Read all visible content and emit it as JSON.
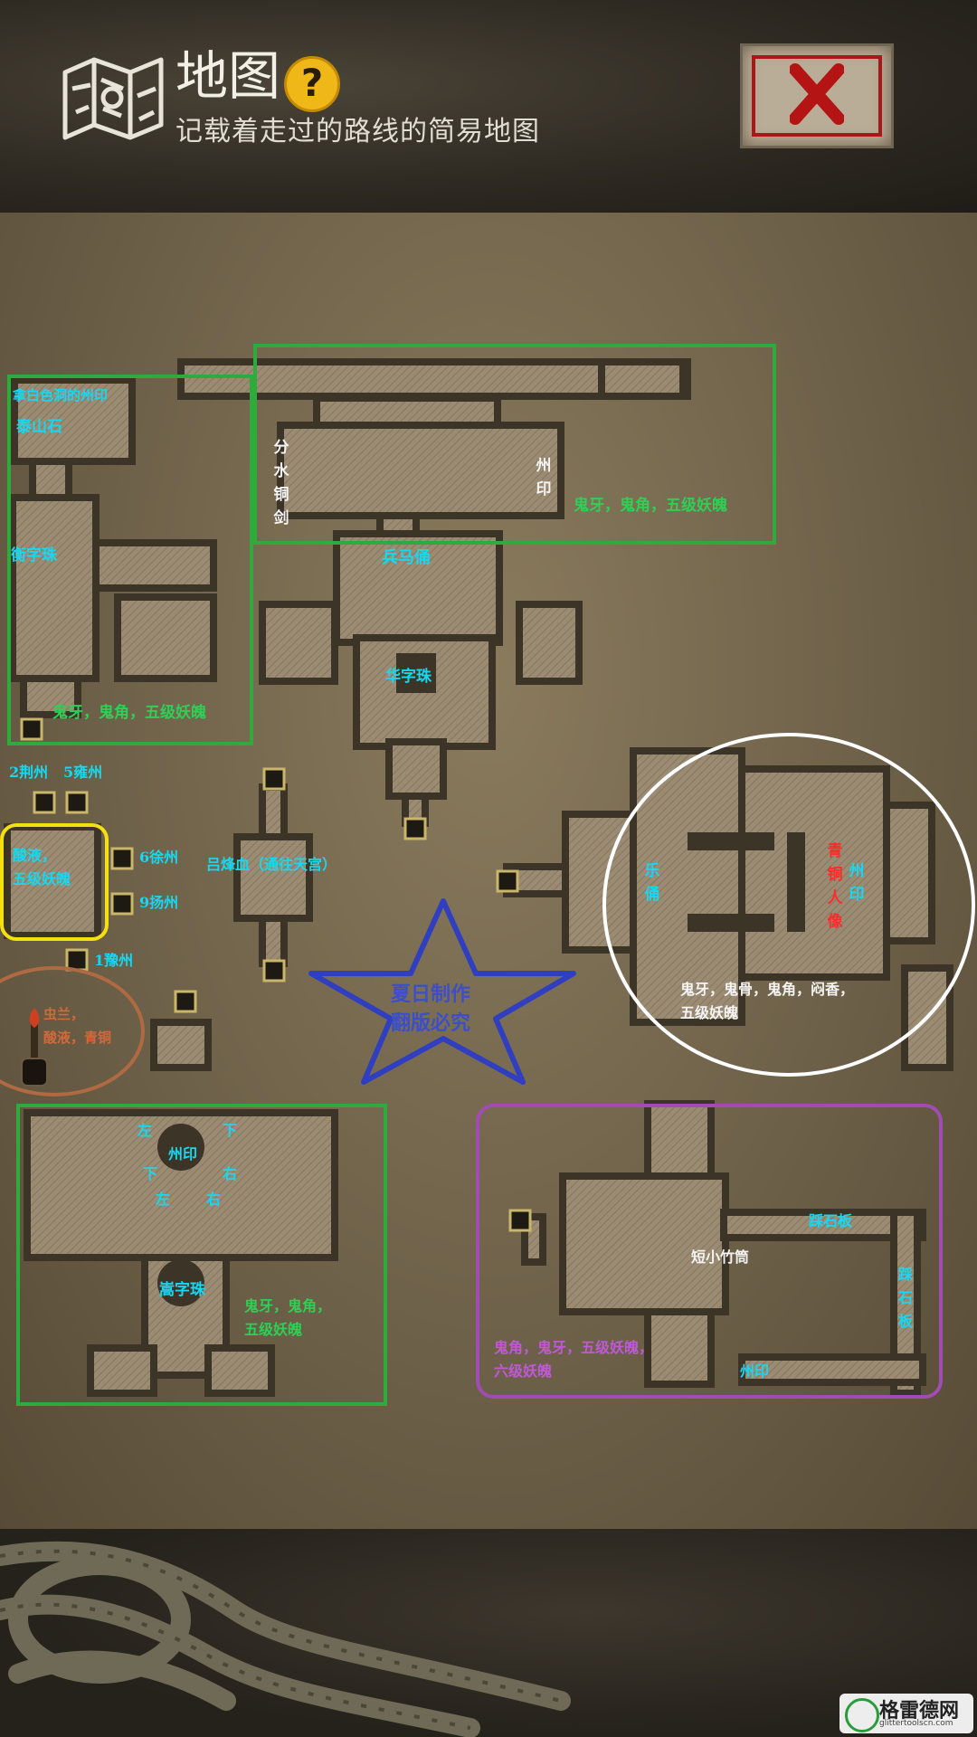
{
  "header": {
    "title": "地图",
    "help_symbol": "?",
    "subtitle": "记载着走过的路线的简易地图",
    "close_symbol": "✕"
  },
  "map_labels": {
    "nw_note": "拿白色洞的州印",
    "taishan": "泰山石",
    "top_left_vertical": "分水铜剑",
    "top_right_vertical": "州印",
    "top_drops": "鬼牙，鬼角，五级妖魄",
    "hengzi": "衡字珠",
    "bingmayong": "兵马俑",
    "left_drops": "鬼牙，鬼角，五级妖魄",
    "huazi": "华字珠",
    "jingzhou": "2荆州",
    "yongzhou": "5雍州",
    "xuzhou": "6徐州",
    "yangzhou": "9扬州",
    "yuzhou": "1豫州",
    "yellow_drops_1": "酸液，",
    "yellow_drops_2": "五级妖魄",
    "lvfengxue": "吕烽血（通往天宫）",
    "star_line_1": "夏日制作",
    "star_line_2": "翻版必究",
    "brown_line_1": "虫兰，",
    "brown_line_2": "酸液，青铜",
    "yueyong": "乐俑",
    "red_vertical": "青铜人像",
    "white_zhouyin": "州印",
    "white_drops_1": "鬼牙，鬼骨，鬼角，闷香，",
    "white_drops_2": "五级妖魄",
    "sw_zuo1": "左",
    "sw_xia1": "下",
    "sw_zhouyin": "州印",
    "sw_xia2": "下",
    "sw_you1": "右",
    "sw_zuo2": "左",
    "sw_you2": "右",
    "songzi": "嵩字珠",
    "sw_drops_1": "鬼牙，鬼角，",
    "sw_drops_2": "五级妖魄",
    "qishiban_h": "踩石板",
    "qishiban_v": "踩石板",
    "duanxiao": "短小竹筒",
    "purple_drops_1": "鬼角，鬼牙，五级妖魄，",
    "purple_drops_2": "六级妖魄",
    "purple_zhouyin": "州印"
  },
  "watermark": {
    "name": "格雷德网",
    "url": "glittertoolscn.com"
  },
  "colors": {
    "label_cyan": "#17d8f2",
    "label_green": "#2ecf55",
    "box_green": "#2faa3c",
    "box_yellow": "#f4e010",
    "circle_white": "#ffffff",
    "circle_brown": "#b06a42",
    "box_purple": "#a04cb4",
    "star_blue": "#2f3fc0",
    "room_fill": "#9a8b72",
    "wall": "#3d3428"
  }
}
